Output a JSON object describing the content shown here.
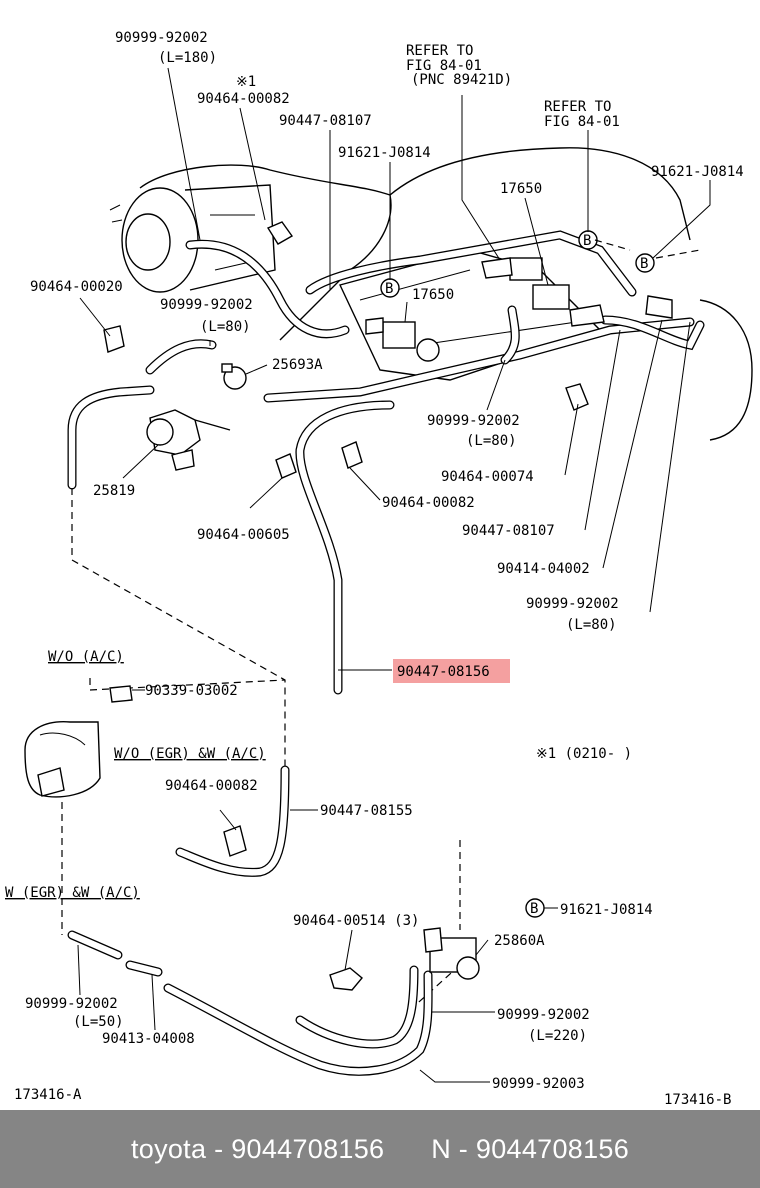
{
  "callouts": {
    "c1": "90999-92002",
    "c1b": "(L=180)",
    "c2a": "※1",
    "c2": "90464-00082",
    "c3": "90447-08107",
    "c4a": "REFER TO",
    "c4b": "FIG 84-01",
    "c4c": "(PNC 89421D)",
    "c5a": "REFER TO",
    "c5b": "FIG 84-01",
    "c6": "91621-J0814",
    "c7": "17650",
    "c8": "91621-J0814",
    "c9": "90464-00020",
    "c10": "90999-92002",
    "c10b": "(L=80)",
    "c11": "17650",
    "c12": "25693A",
    "c13": "90999-92002",
    "c13b": "(L=80)",
    "c14": "25819",
    "c15": "90464-00074",
    "c16": "90464-00082",
    "c17": "90464-00605",
    "c18": "90447-08107",
    "c19": "90414-04002",
    "c20": "90999-92002",
    "c20b": "(L=80)",
    "c21": "90447-08156",
    "c22": "W/O (A/C)",
    "c23": "90339-03002",
    "c24": "W/O (EGR) &W (A/C)",
    "c25": "※1 (0210-      )",
    "c26": "90464-00082",
    "c27": "90447-08155",
    "c28": "W (EGR) &W (A/C)",
    "c29": "91621-J0814",
    "c30": "90464-00514 (3)",
    "c31": "25860A",
    "c32": "90999-92002",
    "c32b": "(L=50)",
    "c33": "90999-92002",
    "c33b": "(L=220)",
    "c34": "90413-04008",
    "c35": "90999-92003",
    "c36": "173416-A",
    "c37": "173416-B",
    "bmark": "B"
  },
  "footer": {
    "left": "toyota - 9044708156",
    "right": "N - 9044708156"
  },
  "colors": {
    "highlight": "#f4a0a0",
    "footer_bg": "#858585"
  }
}
